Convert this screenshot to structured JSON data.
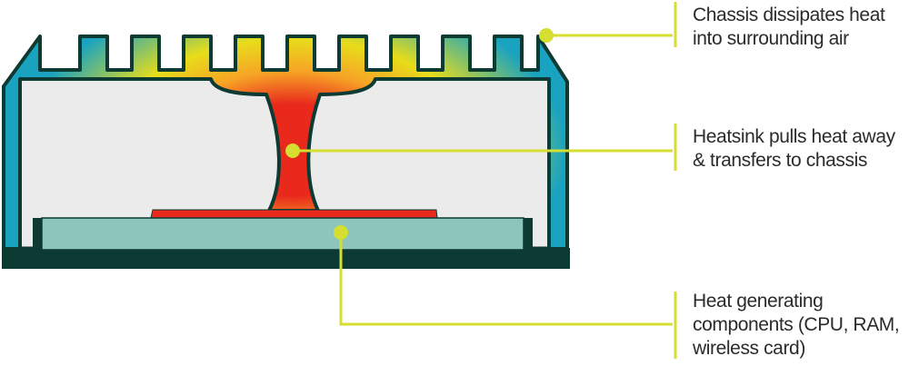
{
  "diagram": {
    "colors": {
      "chassis": "#1aa3c0",
      "outline": "#0d3a33",
      "interior": "#ebebeb",
      "board": "#8dc5ba",
      "heat_core": "#e8291c",
      "heat_warm": "#f7a326",
      "heat_cool": "#e7dd1a",
      "leader": "#d5de31"
    },
    "callouts": [
      {
        "lines": [
          "Chassis dissipates heat",
          "into surrounding air"
        ]
      },
      {
        "lines": [
          "Heatsink pulls heat away",
          "& transfers to chassis"
        ]
      },
      {
        "lines": [
          "Heat generating",
          "components (CPU, RAM,",
          "wireless card)"
        ]
      }
    ]
  }
}
